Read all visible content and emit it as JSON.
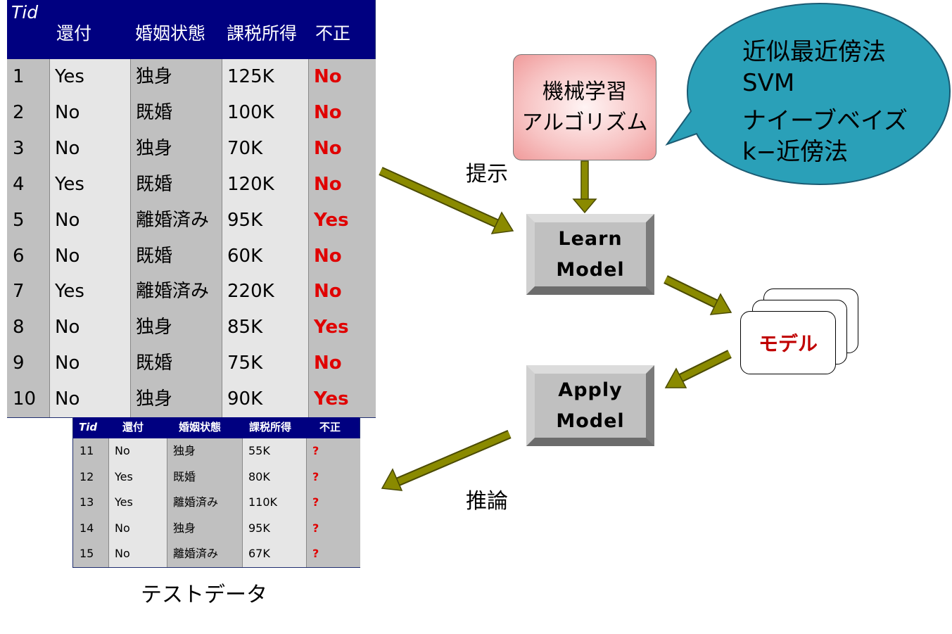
{
  "training_table": {
    "headers": [
      "Tid",
      "還付",
      "婚姻状態",
      "課税所得",
      "不正"
    ],
    "rows": [
      [
        "1",
        "Yes",
        "独身",
        "125K",
        "No"
      ],
      [
        "2",
        "No",
        "既婚",
        "100K",
        "No"
      ],
      [
        "3",
        "No",
        "独身",
        "70K",
        "No"
      ],
      [
        "4",
        "Yes",
        "既婚",
        "120K",
        "No"
      ],
      [
        "5",
        "No",
        "離婚済み",
        "95K",
        "Yes"
      ],
      [
        "6",
        "No",
        "既婚",
        "60K",
        "No"
      ],
      [
        "7",
        "Yes",
        "離婚済み",
        "220K",
        "No"
      ],
      [
        "8",
        "No",
        "独身",
        "85K",
        "Yes"
      ],
      [
        "9",
        "No",
        "既婚",
        "75K",
        "No"
      ],
      [
        "10",
        "No",
        "独身",
        "90K",
        "Yes"
      ]
    ]
  },
  "test_table": {
    "headers": [
      "Tid",
      "還付",
      "婚姻状態",
      "課税所得",
      "不正"
    ],
    "rows": [
      [
        "11",
        "No",
        "独身",
        "55K",
        "?"
      ],
      [
        "12",
        "Yes",
        "既婚",
        "80K",
        "?"
      ],
      [
        "13",
        "Yes",
        "離婚済み",
        "110K",
        "?"
      ],
      [
        "14",
        "No",
        "独身",
        "95K",
        "?"
      ],
      [
        "15",
        "No",
        "離婚済み",
        "67K",
        "?"
      ]
    ],
    "caption": "テストデータ"
  },
  "algorithm_box": {
    "line1": "機械学習",
    "line2": "アルゴリズム"
  },
  "speech_bubble": {
    "lines": [
      "近似最近傍法",
      "SVM",
      "ナイーブベイズ",
      "k−近傍法"
    ]
  },
  "learn_box": {
    "line1": "Learn",
    "line2": "Model"
  },
  "apply_box": {
    "line1": "Apply",
    "line2": "Model"
  },
  "model_card": {
    "label": "モデル"
  },
  "labels": {
    "present": "提示",
    "inference": "推論"
  },
  "colors": {
    "header_bg": "#000080",
    "label_red": "#e00000",
    "arrow_olive": "#808000",
    "bubble": "#2aa0b8"
  }
}
